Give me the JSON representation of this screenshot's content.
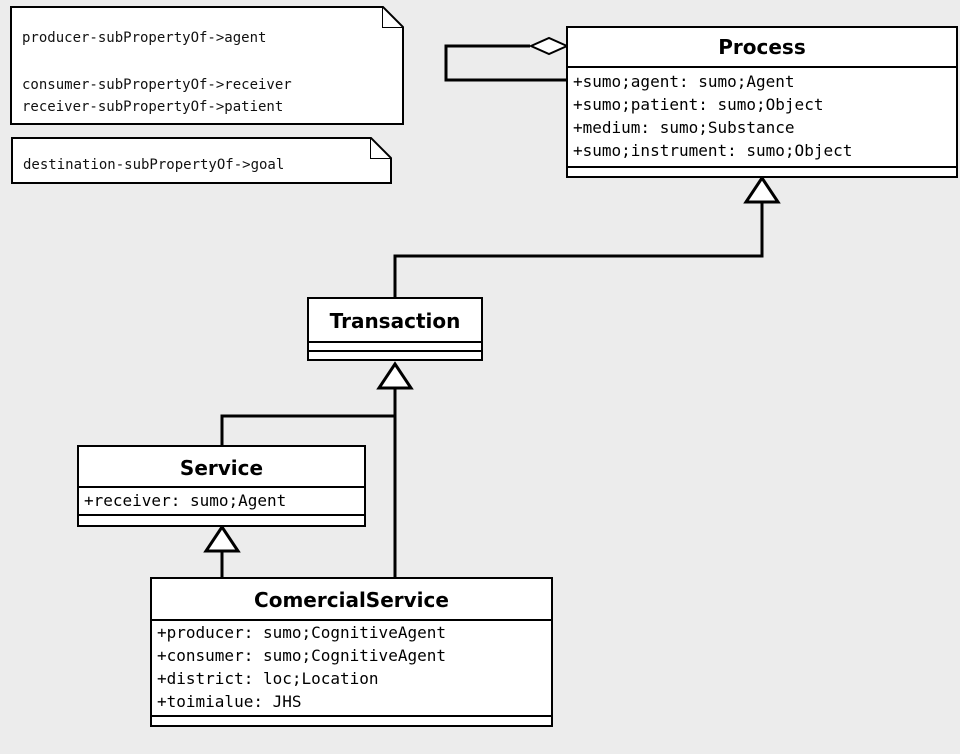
{
  "notes": [
    {
      "lines": [
        "producer-subPropertyOf->agent",
        "",
        "consumer-subPropertyOf->receiver",
        "receiver-subPropertyOf->patient"
      ]
    },
    {
      "lines": [
        "destination-subPropertyOf->goal"
      ]
    }
  ],
  "classes": {
    "process": {
      "name": "Process",
      "attributes": [
        "+sumo;agent: sumo;Agent",
        "+sumo;patient: sumo;Object",
        "+medium: sumo;Substance",
        "+sumo;instrument: sumo;Object"
      ]
    },
    "transaction": {
      "name": "Transaction",
      "attributes": []
    },
    "service": {
      "name": "Service",
      "attributes": [
        "+receiver: sumo;Agent"
      ]
    },
    "comercial_service": {
      "name": "ComercialService",
      "attributes": [
        "+producer: sumo;CognitiveAgent",
        "+consumer: sumo;CognitiveAgent",
        "+district: loc;Location",
        "+toimialue: JHS"
      ]
    }
  },
  "relations": [
    {
      "type": "aggregation",
      "from": "Process",
      "to": "Process"
    },
    {
      "type": "generalization",
      "from": "Transaction",
      "to": "Process"
    },
    {
      "type": "generalization",
      "from": "Service",
      "to": "Transaction"
    },
    {
      "type": "generalization",
      "from": "ComercialService",
      "to": "Transaction"
    },
    {
      "type": "generalization",
      "from": "ComercialService",
      "to": "Service"
    }
  ]
}
